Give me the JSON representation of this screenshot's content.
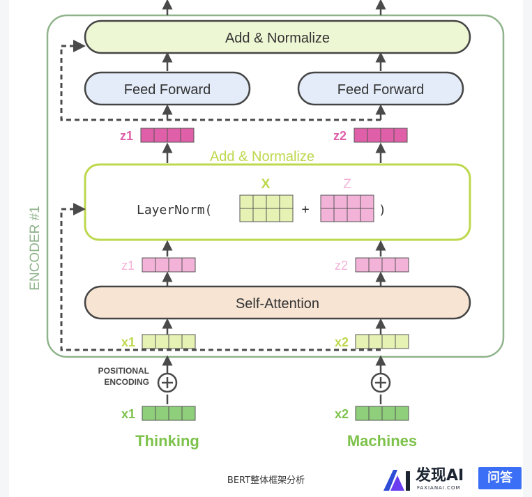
{
  "diagram": {
    "encoder_label": "ENCODER #1",
    "add_normalize_top": "Add & Normalize",
    "feed_forward_1": "Feed Forward",
    "feed_forward_2": "Feed Forward",
    "z1_top": "z1",
    "z2_top": "z2",
    "add_normalize_mid": "Add & Normalize",
    "layernorm_prefix": "LayerNorm(",
    "layernorm_plus": "+",
    "layernorm_suffix": ")",
    "x_label": "X",
    "z_label": "Z",
    "z1_mid": "z1",
    "z2_mid": "z2",
    "self_attention": "Self-Attention",
    "x1_enc": "x1",
    "x2_enc": "x2",
    "positional_encoding_line1": "POSITIONAL",
    "positional_encoding_line2": "ENCODING",
    "x1_emb": "x1",
    "x2_emb": "x2",
    "word_1": "Thinking",
    "word_2": "Machines"
  },
  "caption": "BERT整体框架分析",
  "watermark": {
    "brand": "发现AI",
    "domain": "FAXIANAI.COM",
    "badge": "问答"
  },
  "colors": {
    "encoder_border": "#8fb48b",
    "add_norm_fill": "#eef7d4",
    "feed_forward_fill": "#e3ecf8",
    "layernorm_border": "#bcd84c",
    "self_attention_fill": "#f7e4d3",
    "z_dark": "#df5fa8",
    "z_light": "#f3b3d8",
    "x_light": "#e6f2b4",
    "x_green": "#8fce7a",
    "word_green": "#7dc24b"
  }
}
